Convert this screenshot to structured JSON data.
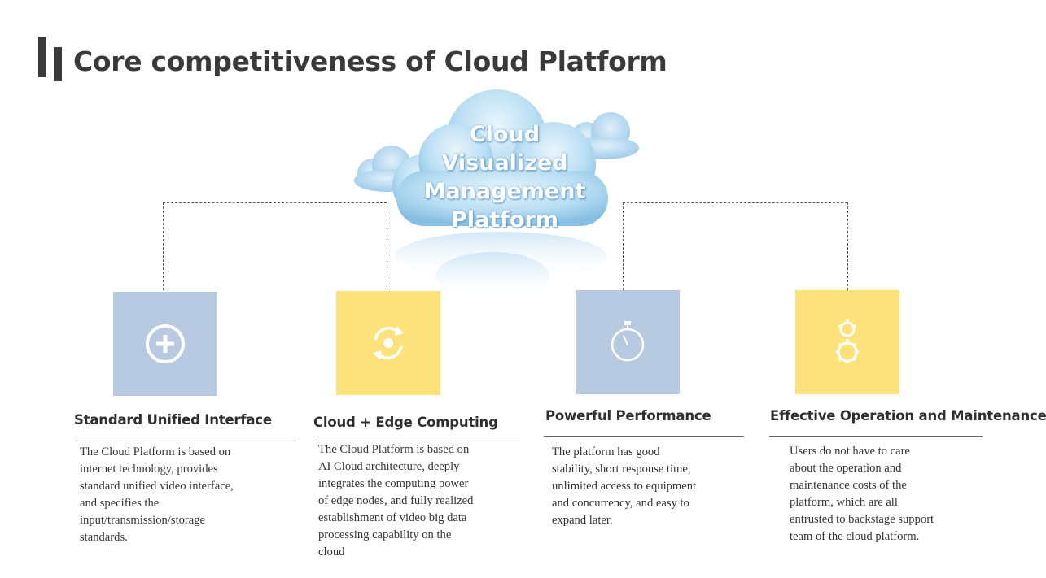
{
  "title": "Core competitiveness of Cloud Platform",
  "cloud": {
    "lines": [
      "Cloud",
      "Visualized",
      "Management",
      "Platform"
    ]
  },
  "colors": {
    "card_blue": "#b8c9e2",
    "card_yellow": "#fde17a",
    "title": "#3a3a3a",
    "cloud": "#a9d3ee"
  },
  "features": [
    {
      "title": "Standard Unified Interface",
      "icon": "plus-circle-icon",
      "desc": [
        "The Cloud Platform is based on",
        "internet technology, provides",
        "standard unified video interface,",
        "and specifies  the",
        "input/transmission/storage",
        "standards."
      ]
    },
    {
      "title": "Cloud  +  Edge Computing",
      "icon": "refresh-circle-icon",
      "desc": [
        "The Cloud Platform is based on",
        "AI Cloud architecture, deeply",
        "integrates the computing power",
        "of edge nodes, and fully realized",
        "establishment of video big data",
        "processing capability on the",
        "cloud"
      ]
    },
    {
      "title": "Powerful Performance",
      "icon": "stopwatch-icon",
      "desc": [
        "The platform has good",
        "stability, short response time,",
        "unlimited access to equipment",
        "and concurrency, and easy to",
        "expand later."
      ]
    },
    {
      "title": "Effective Operation and Maintenance",
      "icon": "gears-icon",
      "desc": [
        "Users do not  have to care",
        "about the operation and",
        "maintenance costs of the",
        "platform, which are all",
        "entrusted to backstage support",
        "team of the cloud platform."
      ]
    }
  ]
}
